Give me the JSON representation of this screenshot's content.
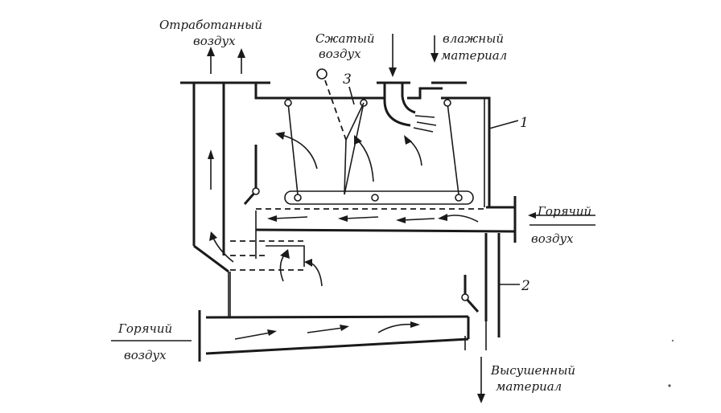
{
  "labels": {
    "exhaust_air": [
      "Отработанный",
      "воздух"
    ],
    "compressed_air": [
      "Сжатый",
      "воздух"
    ],
    "wet_material": [
      "влажный",
      "материал"
    ],
    "hot_air_right": [
      "Горячий",
      "воздух"
    ],
    "hot_air_left": [
      "Горячий",
      "воздух"
    ],
    "dried_material": [
      "Высушенный",
      "материал"
    ]
  },
  "callouts": {
    "one": "1",
    "two": "2",
    "three": "3"
  },
  "colors": {
    "ink": "#1a1a1a",
    "paper": "#ffffff"
  }
}
